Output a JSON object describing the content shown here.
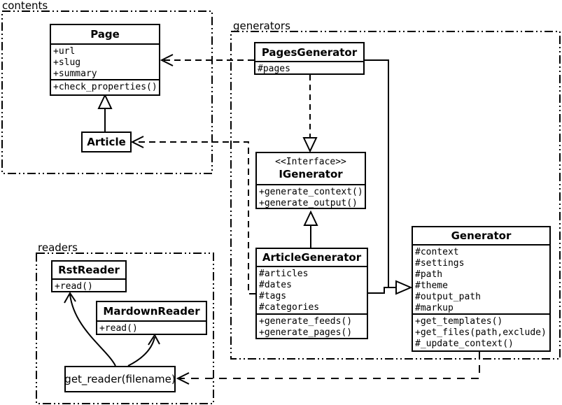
{
  "diagram": {
    "packages": {
      "contents": "contents",
      "generators": "generators",
      "readers": "readers"
    },
    "classes": {
      "page": {
        "name": "Page",
        "attributes": [
          "+url",
          "+slug",
          "+summary"
        ],
        "methods": [
          "+check_properties()"
        ]
      },
      "article": {
        "name": "Article"
      },
      "pages_generator": {
        "name": "PagesGenerator",
        "attributes": [
          "#pages"
        ]
      },
      "igenerator": {
        "stereotype": "<<Interface>>",
        "name": "IGenerator",
        "methods": [
          "+generate_context()",
          "+generate_output()"
        ]
      },
      "article_generator": {
        "name": "ArticleGenerator",
        "attributes": [
          "#articles",
          "#dates",
          "#tags",
          "#categories"
        ],
        "methods": [
          "+generate_feeds()",
          "+generate_pages()"
        ]
      },
      "generator": {
        "name": "Generator",
        "attributes": [
          "#context",
          "#settings",
          "#path",
          "#theme",
          "#output_path",
          "#markup"
        ],
        "methods": [
          "+get_templates()",
          "+get_files(path,exclude)",
          "#_update_context()"
        ]
      },
      "rst_reader": {
        "name": "RstReader",
        "methods": [
          "+read()"
        ]
      },
      "mardown_reader": {
        "name": "MardownReader",
        "methods": [
          "+read()"
        ]
      },
      "get_reader": {
        "name": "get_reader(filename)"
      }
    },
    "relationships": [
      {
        "from": "Article",
        "to": "Page",
        "type": "inheritance"
      },
      {
        "from": "PagesGenerator",
        "to": "Page",
        "type": "dependency"
      },
      {
        "from": "ArticleGenerator",
        "to": "Article",
        "type": "dependency"
      },
      {
        "from": "PagesGenerator",
        "to": "IGenerator",
        "type": "realization"
      },
      {
        "from": "ArticleGenerator",
        "to": "IGenerator",
        "type": "realization"
      },
      {
        "from": "PagesGenerator",
        "to": "Generator",
        "type": "inheritance"
      },
      {
        "from": "ArticleGenerator",
        "to": "Generator",
        "type": "inheritance"
      },
      {
        "from": "Generator",
        "to": "get_reader(filename)",
        "type": "dependency"
      },
      {
        "from": "get_reader(filename)",
        "to": "RstReader",
        "type": "call"
      },
      {
        "from": "get_reader(filename)",
        "to": "MardownReader",
        "type": "call"
      }
    ],
    "colors": {
      "stroke": "#000000",
      "background": "#ffffff"
    }
  }
}
